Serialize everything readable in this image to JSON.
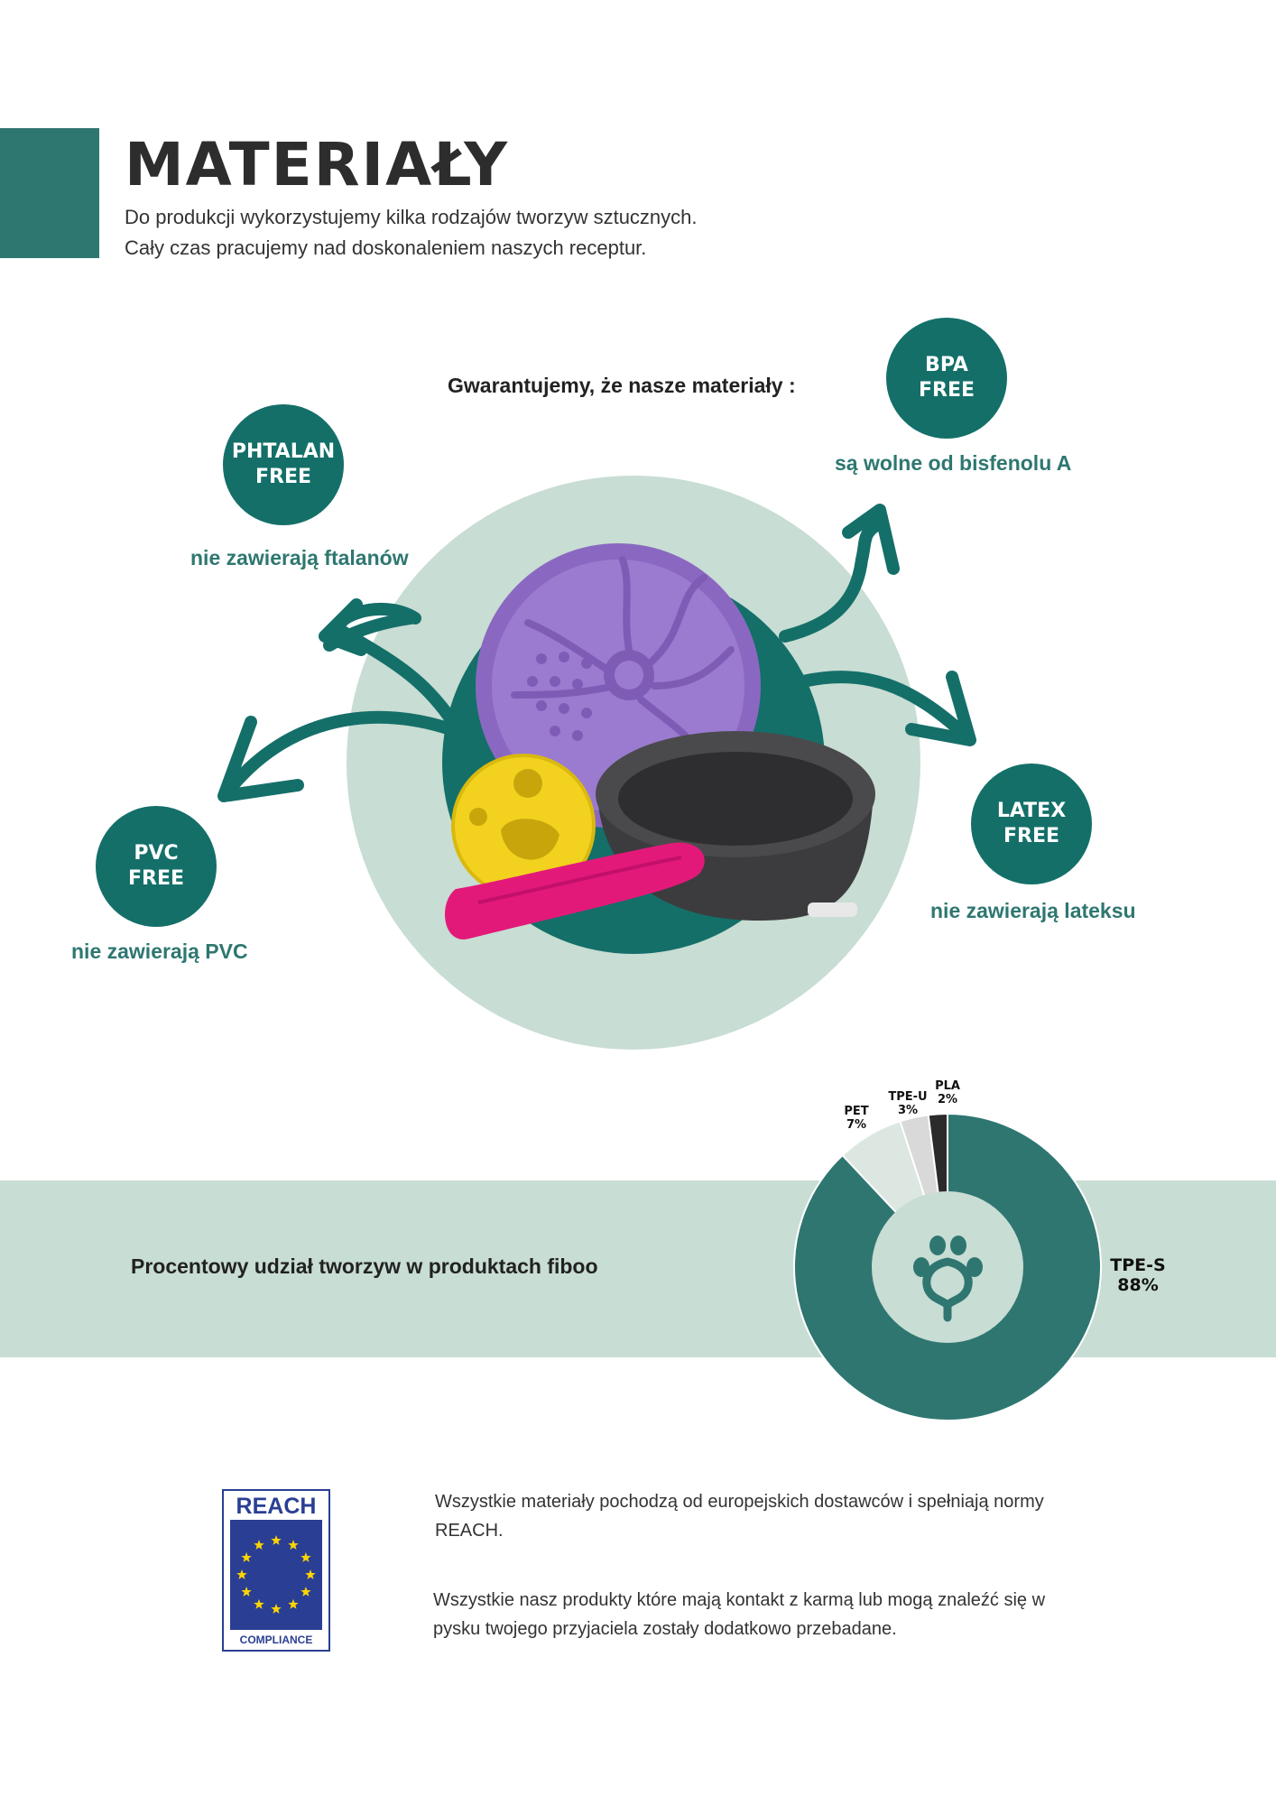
{
  "header": {
    "title": "MATERIAŁY",
    "intro_line1": "Do produkcji wykorzystujemy kilka rodzajów tworzyw sztucznych.",
    "intro_line2": "Cały czas pracujemy nad doskonaleniem naszych receptur."
  },
  "guarantee": {
    "heading": "Gwarantujemy, że nasze materiały :"
  },
  "badges": {
    "phtalan": {
      "line1": "PHTALAN",
      "line2": "FREE",
      "caption": "nie zawierają ftalanów"
    },
    "bpa": {
      "line1": "BPA",
      "line2": "FREE",
      "caption": "są wolne od bisfenolu A"
    },
    "pvc": {
      "line1": "PVC",
      "line2": "FREE",
      "caption": "nie zawierają PVC"
    },
    "latex": {
      "line1": "LATEX",
      "line2": "FREE",
      "caption": "nie zawierają lateksu"
    }
  },
  "share": {
    "label": "Procentowy udział tworzyw w produktach fiboo"
  },
  "chart_data": {
    "type": "pie",
    "categories": [
      "TPE-S",
      "PET",
      "TPE-U",
      "PLA"
    ],
    "values": [
      88,
      7,
      3,
      2
    ],
    "value_labels": [
      "88%",
      "7%",
      "3%",
      "2%"
    ],
    "colors": [
      "#2f7671",
      "#dbe7e0",
      "#d9d9d9",
      "#2b2b2b"
    ]
  },
  "reach": {
    "logo_top": "REACH",
    "logo_bottom": "COMPLIANCE",
    "para1_line1": "Wszystkie materiały pochodzą od europejskich dostawców i spełniają normy",
    "para1_line2": "REACH.",
    "para2_line1": "Wszystkie nasz produkty które mają kontakt z karmą lub mogą znaleźć się w",
    "para2_line2": "pysku twojego przyjaciela zostały dodatkowo przebadane."
  },
  "colors": {
    "teal": "#146f69",
    "teal_dark": "#2e7770",
    "mint": "#c8ddd3",
    "text": "#2d2d2d",
    "eu_blue": "#2a3f93",
    "eu_star": "#ffd500"
  },
  "icons": {
    "center_visual": "product-collage-illustration",
    "arrows": "curved-arrow-icon",
    "paw": "paw-icon",
    "reach_logo": "reach-compliance-logo"
  }
}
